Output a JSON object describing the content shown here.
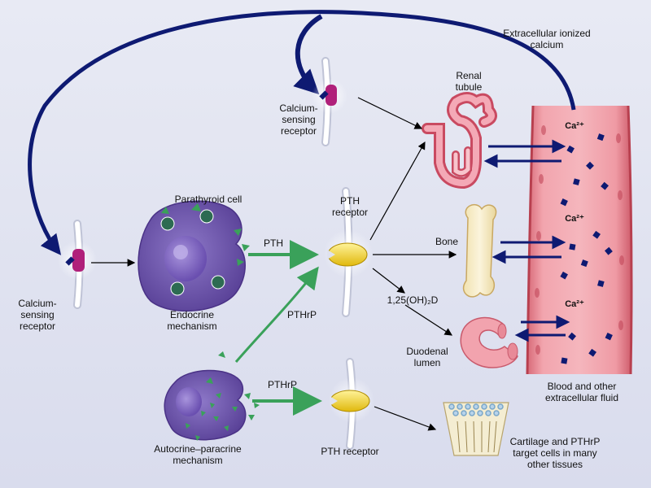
{
  "labels": {
    "extracellular_calcium": "Extracellular ionized\ncalcium",
    "renal_tubule": "Renal\ntubule",
    "casr_top": "Calcium-\nsensing\nreceptor",
    "casr_left": "Calcium-\nsensing\nreceptor",
    "parathyroid_cell": "Parathyroid cell",
    "pth": "PTH",
    "pth_receptor_top": "PTH\nreceptor",
    "bone": "Bone",
    "vitamin_d": "1,25(OH)₂D",
    "endocrine": "Endocrine\nmechanism",
    "pthrp_up": "PTHrP",
    "pthrp_right": "PTHrP",
    "duodenal": "Duodenal\nlumen",
    "blood_fluid": "Blood and other\nextracellular fluid",
    "autocrine": "Autocrine–paracrine\nmechanism",
    "pth_receptor_bottom": "PTH receptor",
    "cartilage": "Cartilage and PTHrP\ntarget cells in many\nother tissues",
    "ca_1": "Ca²⁺",
    "ca_2": "Ca²⁺",
    "ca_3": "Ca²⁺"
  },
  "colors": {
    "background": "#dfe2ef",
    "arrow_blue": "#0e1a72",
    "arrow_green": "#3aa15a",
    "receptor_magenta": "#b0207a",
    "pth_receptor_yellow": "#f2d22a",
    "cell_purple": "#6f57b0",
    "vessel_pink": "#e98a95",
    "bone_cream": "#f6ecc6"
  }
}
